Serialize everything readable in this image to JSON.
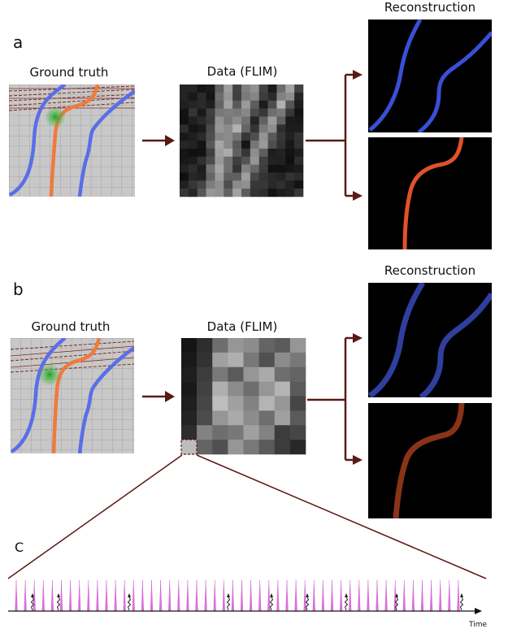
{
  "panels": {
    "a": {
      "letter": "a",
      "ground_truth": "Ground truth",
      "data": "Data (FLIM)",
      "reconstruction": "Reconstruction"
    },
    "b": {
      "letter": "b",
      "ground_truth": "Ground truth",
      "data": "Data (FLIM)",
      "reconstruction": "Reconstruction"
    },
    "c": {
      "letter": "C",
      "axis_label": "Time"
    }
  },
  "colors": {
    "blue_line": "#5a6ee8",
    "orange_line": "#f07a3c",
    "recon_blue": "#3a4fd6",
    "recon_orange": "#e0522a",
    "recon_blue_b": "#2f3f9e",
    "recon_orange_b": "#8a3318",
    "arrow": "#5a1a14",
    "grid_bg": "#c8c8c8",
    "pulse": "#e070e0",
    "fluorescence_marker": "#222222",
    "green_spot": "#2ea82e"
  },
  "icons": {
    "arrow": "right-arrow-icon",
    "photon": "photon-squiggle-icon"
  }
}
